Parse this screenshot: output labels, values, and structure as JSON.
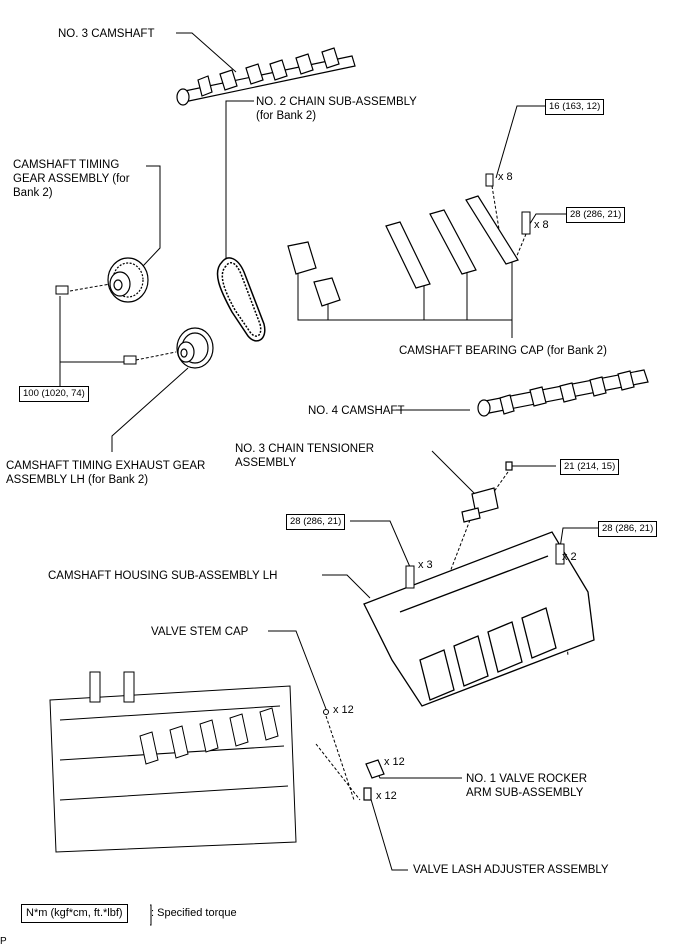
{
  "labels": {
    "no3_camshaft": "NO. 3 CAMSHAFT",
    "no2_chain_line1": "NO. 2 CHAIN SUB-ASSEMBLY",
    "no2_chain_line2": "(for Bank 2)",
    "timing_gear_line1": "CAMSHAFT TIMING",
    "timing_gear_line2": "GEAR ASSEMBLY (for",
    "timing_gear_line3": "Bank 2)",
    "bearing_cap": "CAMSHAFT BEARING CAP (for Bank 2)",
    "no4_camshaft": "NO. 4 CAMSHAFT",
    "tensioner_line1": "NO. 3 CHAIN TENSIONER",
    "tensioner_line2": "ASSEMBLY",
    "exhaust_gear_line1": "CAMSHAFT TIMING EXHAUST GEAR",
    "exhaust_gear_line2": "ASSEMBLY LH (for Bank 2)",
    "housing": "CAMSHAFT HOUSING SUB-ASSEMBLY LH",
    "valve_stem_cap": "VALVE STEM CAP",
    "rocker_arm_line1": "NO. 1 VALVE ROCKER",
    "rocker_arm_line2": "ARM SUB-ASSEMBLY",
    "lash_adjuster": "VALVE LASH ADJUSTER ASSEMBLY"
  },
  "torques": {
    "t1": "16 (163, 12)",
    "t2": "28 (286, 21)",
    "t3": "100 (1020, 74)",
    "t4": "21 (214, 15)",
    "t5": "28 (286, 21)",
    "t6": "28 (286, 21)"
  },
  "quantities": {
    "q1": "x 8",
    "q2": "x 8",
    "q3": "x 3",
    "q4": "x 2",
    "q5": "x 12",
    "q6": "x 12",
    "q7": "x 12"
  },
  "legend": {
    "unit": "N*m (kgf*cm, ft.*lbf)",
    "meaning": ": Specified torque"
  },
  "corner_mark": "P"
}
